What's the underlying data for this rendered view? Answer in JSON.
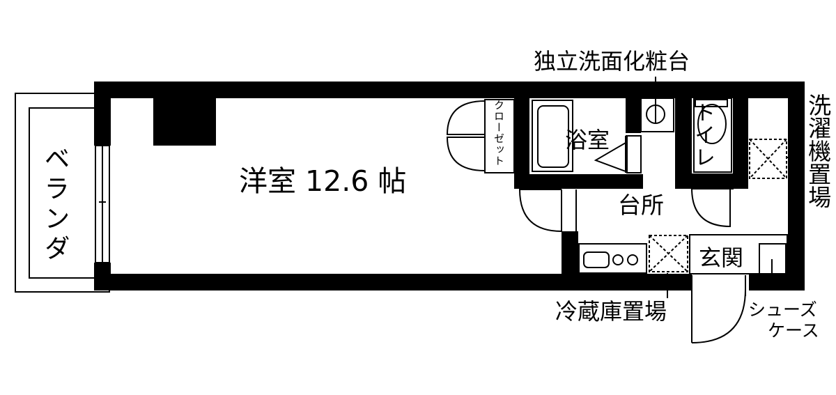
{
  "rooms": {
    "main": "洋室 12.6 帖",
    "bath": "浴室",
    "kitchen": "台所",
    "entrance": "玄関",
    "toilet": "トイレ",
    "closet": "クローゼット",
    "veranda": "ベランダ"
  },
  "callouts": {
    "vanity": "独立洗面化粧台",
    "washer": "洗濯機置場",
    "fridge": "冷蔵庫置場",
    "shoe_box_line1": "シューズ",
    "shoe_box_line2": "ケース"
  },
  "colors": {
    "wall": "#000000",
    "background": "#ffffff"
  }
}
